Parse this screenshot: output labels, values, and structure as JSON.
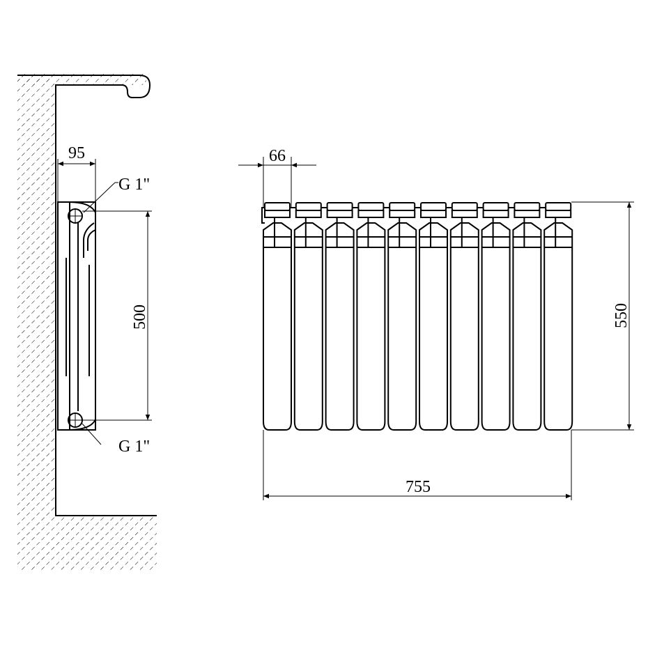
{
  "dimensions": {
    "side_depth": "95",
    "axis_distance": "500",
    "section_width": "66",
    "total_height": "550",
    "total_length": "755"
  },
  "connections": {
    "top": "G 1\"",
    "bottom": "G 1\""
  },
  "radiator": {
    "section_count": 10
  }
}
